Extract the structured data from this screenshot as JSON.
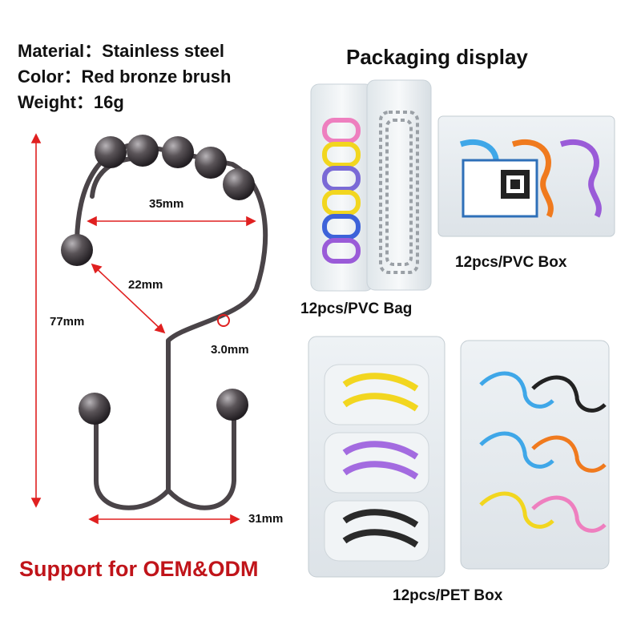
{
  "specs": {
    "material": "Material：Stainless steel",
    "color": "Color：Red bronze brush",
    "weight": "Weight：16g"
  },
  "packaging": {
    "title": "Packaging display",
    "pvc_box": "12pcs/PVC Box",
    "pvc_bag": "12pcs/PVC Bag",
    "pet_box": "12pcs/PET Box"
  },
  "dimensions": {
    "width_top": "35mm",
    "diagonal": "22mm",
    "height": "77mm",
    "wire": "3.0mm",
    "width_bottom": "31mm"
  },
  "footer": {
    "oem": "Support for OEM&ODM"
  },
  "colors": {
    "dimension_line": "#e02020",
    "oem_text": "#c0141a",
    "hook_metal": "#4a4448"
  },
  "icons": [
    "curtain-hook-illustration",
    "pvc-bag-package",
    "pvc-box-package",
    "pet-box-package"
  ]
}
